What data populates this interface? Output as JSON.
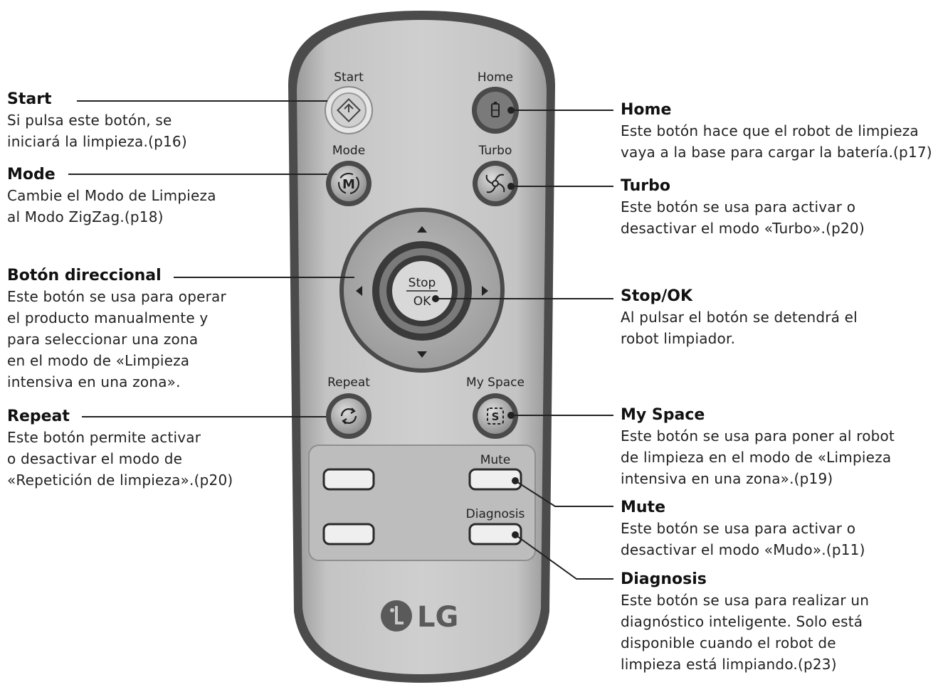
{
  "remote": {
    "button_labels": {
      "start": "Start",
      "home": "Home",
      "mode": "Mode",
      "turbo": "Turbo",
      "stop": "Stop",
      "ok": "OK",
      "repeat": "Repeat",
      "my_space": "My Space",
      "mute": "Mute",
      "diagnosis": "Diagnosis"
    },
    "logo": "LG"
  },
  "callouts": {
    "start": {
      "title": "Start",
      "desc": [
        "Si pulsa este botón, se",
        "iniciará la limpieza.(p16)"
      ]
    },
    "mode": {
      "title": "Mode",
      "desc": [
        "Cambie el Modo de Limpieza",
        "al Modo ZigZag.(p18)"
      ]
    },
    "direction": {
      "title": "Botón direccional",
      "desc": [
        "Este botón se usa para operar",
        "el producto manualmente y",
        "para seleccionar una zona",
        "en el modo de «Limpieza",
        "intensiva en una zona»."
      ]
    },
    "repeat": {
      "title": "Repeat",
      "desc": [
        "Este botón permite activar",
        "o desactivar el modo de",
        "«Repetición de limpieza».(p20)"
      ]
    },
    "home": {
      "title": "Home",
      "desc": [
        "Este botón hace que el robot de limpieza",
        "vaya a la base para cargar la batería.(p17)"
      ]
    },
    "turbo": {
      "title": "Turbo",
      "desc": [
        "Este botón se usa para activar o",
        "desactivar el modo «Turbo».(p20)"
      ]
    },
    "stop_ok": {
      "title": "Stop/OK",
      "desc": [
        "Al pulsar el botón se detendrá el",
        "robot limpiador."
      ]
    },
    "my_space": {
      "title": "My Space",
      "desc": [
        "Este botón se usa para poner al robot",
        "de limpieza en el modo de «Limpieza",
        "intensiva en una zona».(p19)"
      ]
    },
    "mute": {
      "title": "Mute",
      "desc": [
        "Este botón se usa para activar o",
        "desactivar el modo «Mudo».(p11)"
      ]
    },
    "diagnosis": {
      "title": "Diagnosis",
      "desc": [
        "Este botón se usa para realizar un",
        "diagnóstico inteligente. Solo está",
        "disponible cuando el robot de",
        "limpieza está limpiando.(p23)"
      ]
    }
  }
}
